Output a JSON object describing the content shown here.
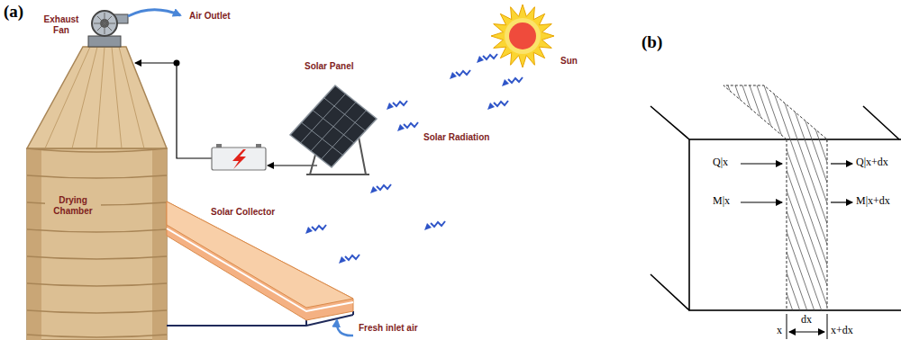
{
  "diagram": {
    "labels": [
      "(a)",
      "Exhaust Fan",
      "Air Outlet",
      "Solar Panel",
      "Sun",
      "Solar Radiation",
      "Drying Chamber",
      "Solar Collector",
      "Fresh inlet air",
      "(b)",
      "Q|x",
      "Q|x+dx",
      "M|x",
      "M|x+dx",
      "x",
      "dx",
      "x+dx"
    ]
  }
}
